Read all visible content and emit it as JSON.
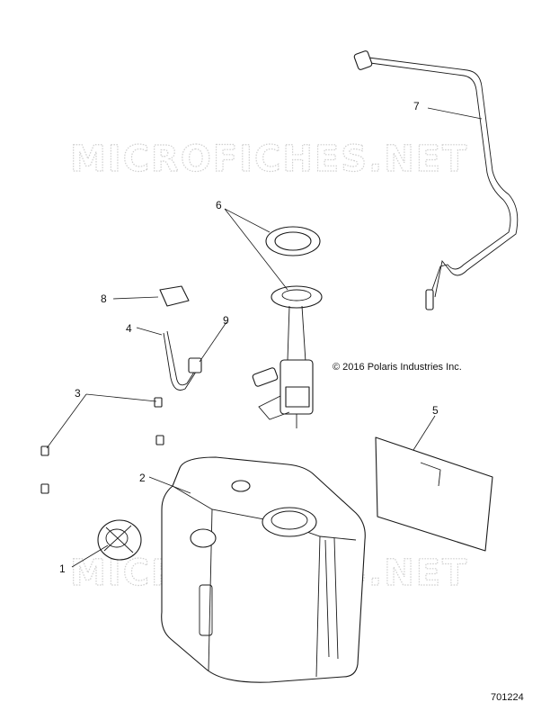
{
  "watermark": "MICROFICHES.NET",
  "copyright": "© 2016 Polaris Industries Inc.",
  "document_number": "701224",
  "callouts": [
    "1",
    "2",
    "3",
    "4",
    "5",
    "6",
    "7",
    "8",
    "9"
  ]
}
